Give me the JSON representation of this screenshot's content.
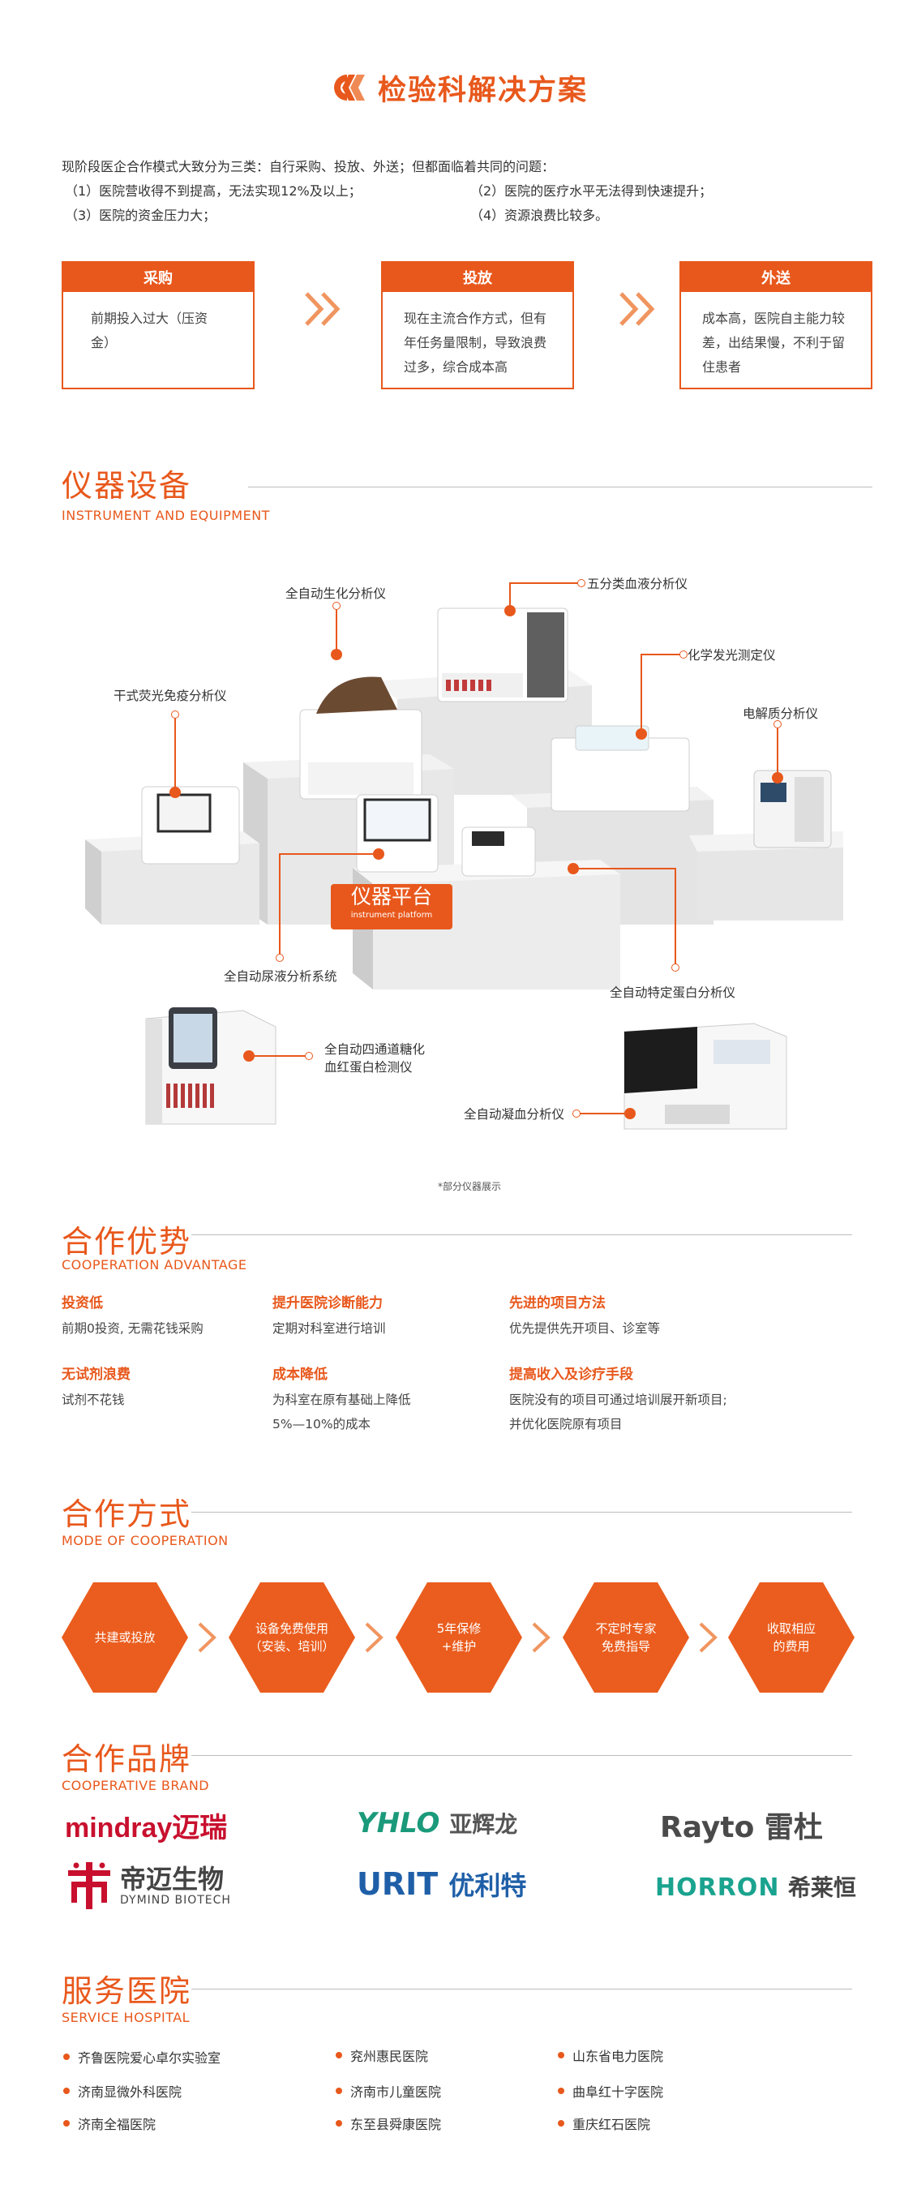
{
  "header": {
    "title": "检验科解决方案"
  },
  "intro": {
    "lead": "现阶段医企合作模式大致分为三类：自行采购、投放、外送；但都面临着共同的问题：",
    "problems": [
      "（1）医院营收得不到提高，无法实现12%及以上；",
      "（2）医院的医疗水平无法得到快速提升；",
      "（3）医院的资金压力大；",
      "（4）资源浪费比较多。"
    ]
  },
  "modes": [
    {
      "title": "采购",
      "lines": [
        "前期投入过大（压资",
        "金）"
      ]
    },
    {
      "title": "投放",
      "lines": [
        "现在主流合作方式，但有",
        "年任务量限制，导致浪费",
        "过多，综合成本高"
      ]
    },
    {
      "title": "外送",
      "lines": [
        "成本高，医院自主能力较",
        "差，出结果慢，不利于留",
        "住患者"
      ]
    }
  ],
  "instruments": {
    "title": "仪器设备",
    "subtitle": "INSTRUMENT AND EQUIPMENT",
    "platform_cn": "仪器平台",
    "platform_en": "instrument platform",
    "labels": {
      "biochem": "全自动生化分析仪",
      "blood5": "五分类血液分析仪",
      "fluoro": "干式荧光免疫分析仪",
      "chemilum": "化学发光测定仪",
      "electrolyte": "电解质分析仪",
      "urine": "全自动尿液分析系统",
      "specific_protein": "全自动特定蛋白分析仪",
      "hba1c_line1": "全自动四通道糖化",
      "hba1c_line2": "血红蛋白检测仪",
      "coag": "全自动凝血分析仪"
    },
    "note": "*部分仪器展示"
  },
  "advantage": {
    "title": "合作优势",
    "subtitle": "COOPERATION ADVANTAGE",
    "items": [
      {
        "head": "投资低",
        "lines": [
          "前期0投资, 无需花钱采购"
        ]
      },
      {
        "head": "提升医院诊断能力",
        "lines": [
          "定期对科室进行培训"
        ]
      },
      {
        "head": "先进的项目方法",
        "lines": [
          "优先提供先开项目、诊室等"
        ]
      },
      {
        "head": "无试剂浪费",
        "lines": [
          "试剂不花钱"
        ]
      },
      {
        "head": "成本降低",
        "lines": [
          "为科室在原有基础上降低",
          "5%—10%的成本"
        ]
      },
      {
        "head": "提高收入及诊疗手段",
        "lines": [
          "医院没有的项目可通过培训展开新项目;",
          "并优化医院原有项目"
        ]
      }
    ]
  },
  "cooperation": {
    "title": "合作方式",
    "subtitle": "MODE OF COOPERATION",
    "steps": [
      {
        "lines": [
          "共建或投放"
        ]
      },
      {
        "lines": [
          "设备免费使用",
          "（安装、培训）"
        ]
      },
      {
        "lines": [
          "5年保修",
          "+维护"
        ]
      },
      {
        "lines": [
          "不定时专家",
          "免费指导"
        ]
      },
      {
        "lines": [
          "收取相应",
          "的费用"
        ]
      }
    ]
  },
  "brands": {
    "title": "合作品牌",
    "subtitle": "COOPERATIVE BRAND",
    "mindray": {
      "en": "mindray",
      "cn": "迈瑞"
    },
    "yhlo": {
      "en": "YHLO",
      "cn": "亚辉龙"
    },
    "rayto": {
      "en": "Rayto",
      "cn": "雷杜"
    },
    "dymind": {
      "cn": "帝迈生物",
      "en": "DYMIND BIOTECH"
    },
    "urit": {
      "en": "URIT",
      "cn": "优利特"
    },
    "horron": {
      "en": "HORRON",
      "cn": "希莱恒"
    }
  },
  "hospitals": {
    "title": "服务医院",
    "subtitle": "SERVICE HOSPITAL",
    "items": [
      "齐鲁医院爱心卓尔实验室",
      "兖州惠民医院",
      "山东省电力医院",
      "济南显微外科医院",
      "济南市儿童医院",
      "曲阜红十字医院",
      "济南全福医院",
      "东至县舜康医院",
      "重庆红石医院"
    ]
  }
}
